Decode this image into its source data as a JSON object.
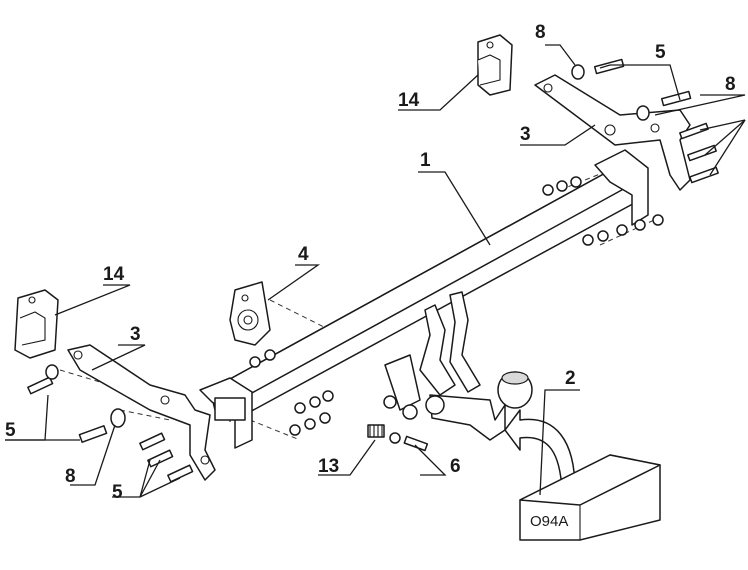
{
  "labels": {
    "p1": "1",
    "p2": "2",
    "p3_right": "3",
    "p3_left": "3",
    "p4": "4",
    "p5_top": "5",
    "p5_left": "5",
    "p5_bottom": "5",
    "p6": "6",
    "p8_top": "8",
    "p8_right": "8",
    "p8_left": "8",
    "p13": "13",
    "p14_top": "14",
    "p14_left": "14"
  },
  "model_code": "O94A"
}
